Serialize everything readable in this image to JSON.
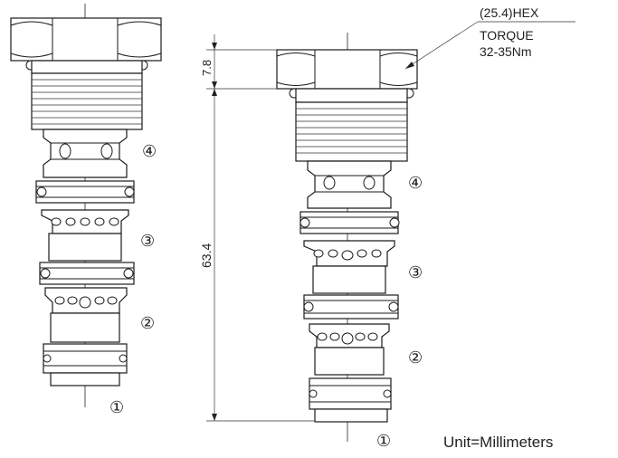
{
  "hex_label": "(25.4)HEX",
  "torque_label": "TORQUE",
  "torque_value": "32-35Nm",
  "dim_top": "7.8",
  "dim_body": "63.4",
  "unit_label": "Unit=Millimeters",
  "left_view": {
    "ports": [
      "④",
      "③",
      "②",
      "①"
    ]
  },
  "right_view": {
    "ports": [
      "④",
      "③",
      "②",
      "①"
    ]
  }
}
